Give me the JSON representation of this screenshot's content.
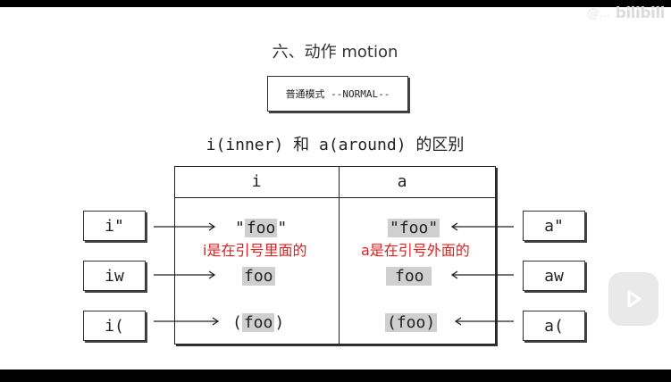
{
  "watermark": {
    "text": "@...",
    "logo": "bilibili"
  },
  "title": "六、动作 motion",
  "mode_label": "普通模式 --NORMAL--",
  "subtitle": "i(inner) 和 a(around) 的区别",
  "table": {
    "col_i": "i",
    "col_a": "a",
    "rows": [
      {
        "i_pre": "\"",
        "i_hl": "foo",
        "i_post": "\"",
        "a_hl": "\"foo\"",
        "note_i": "i是在引号里面的",
        "note_a": "a是在引号外面的"
      },
      {
        "i_hl": "foo",
        "a_hl": "foo"
      },
      {
        "i_pre": "(",
        "i_hl": "foo",
        "i_post": ")",
        "a_hl": "(foo)"
      }
    ]
  },
  "left_keys": [
    "i\"",
    "iw",
    "i("
  ],
  "right_keys": [
    "a\"",
    "aw",
    "a("
  ],
  "colors": {
    "highlight": "#cfcfcf",
    "note_red": "#e11d1d",
    "border": "#222222"
  }
}
